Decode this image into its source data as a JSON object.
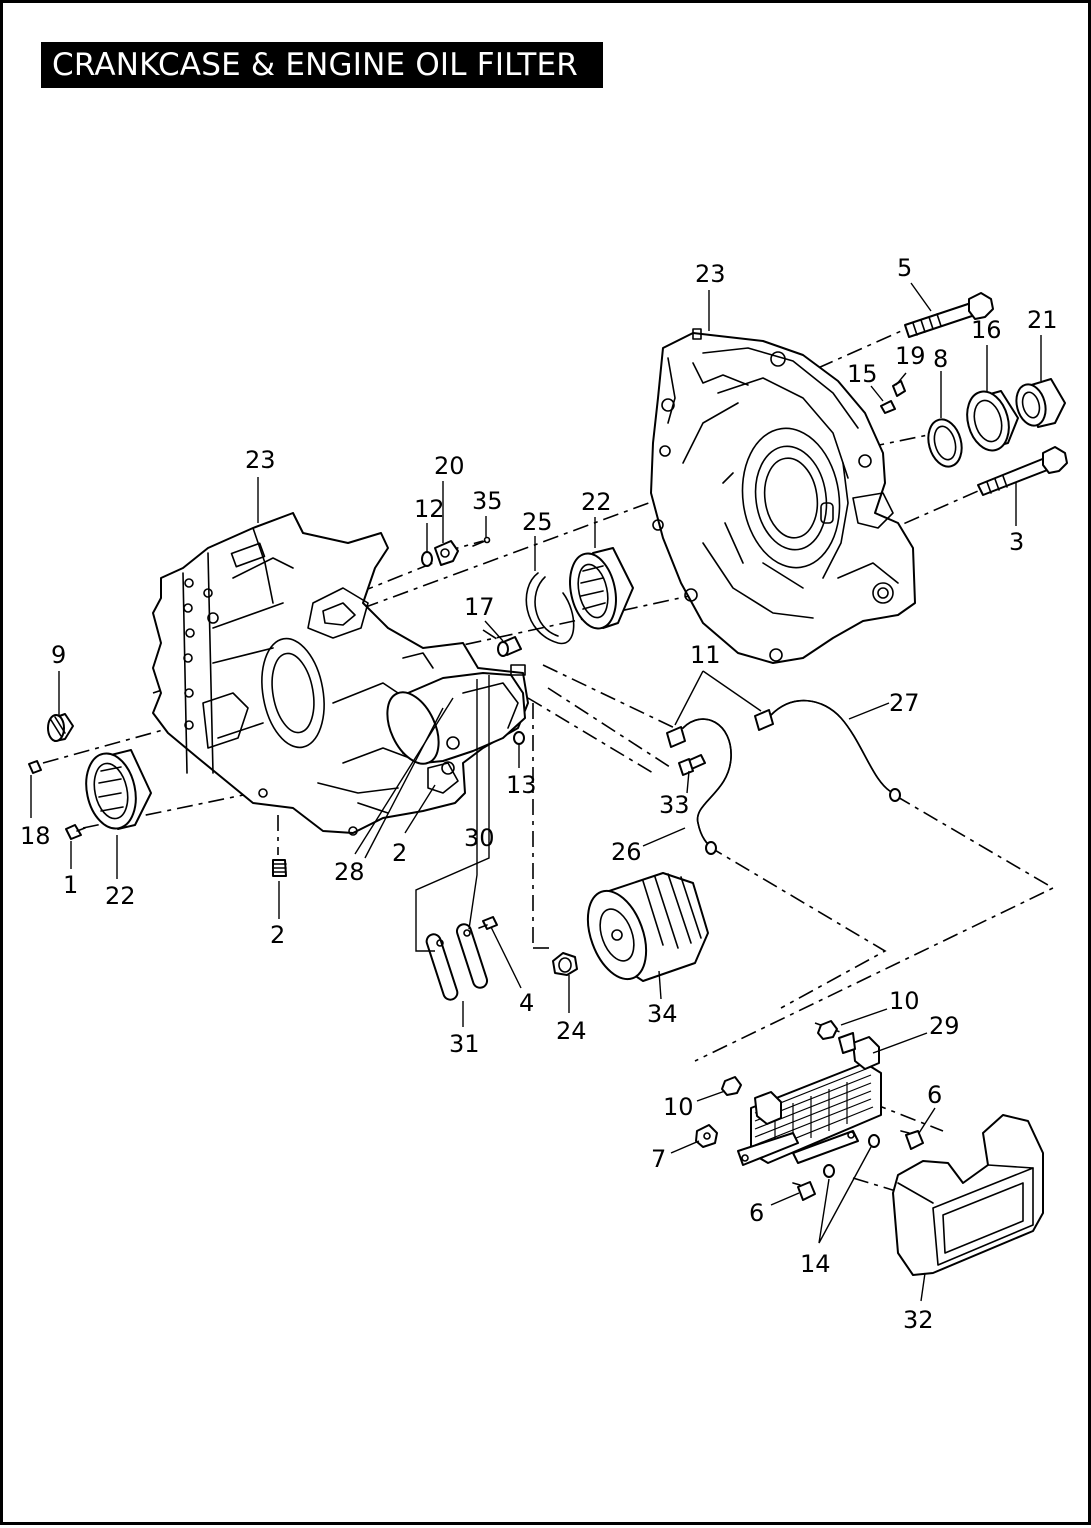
{
  "title": "CRANKCASE & ENGINE OIL FILTER",
  "callouts": [
    "1",
    "2",
    "3",
    "4",
    "5",
    "6",
    "7",
    "8",
    "9",
    "10",
    "11",
    "12",
    "13",
    "14",
    "15",
    "16",
    "17",
    "18",
    "19",
    "20",
    "21",
    "22",
    "23",
    "24",
    "25",
    "26",
    "27",
    "28",
    "29",
    "30",
    "31",
    "32",
    "33",
    "34",
    "35"
  ]
}
